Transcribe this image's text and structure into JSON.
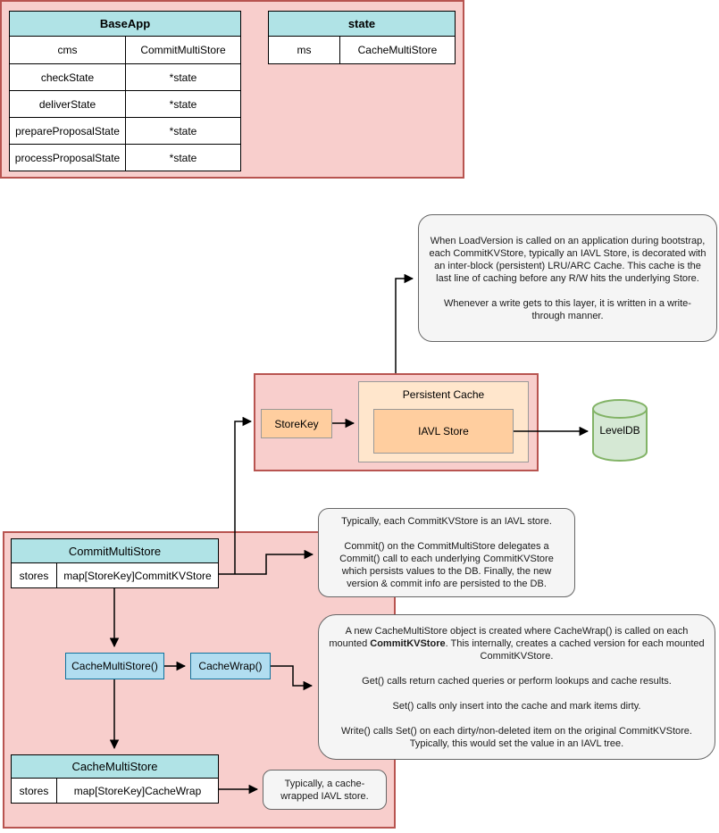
{
  "diagram": {
    "baseapp_panel": {
      "baseapp_table": {
        "title": "BaseApp",
        "rows": [
          {
            "name": "cms",
            "type": "CommitMultiStore"
          },
          {
            "name": "checkState",
            "type": "*state"
          },
          {
            "name": "deliverState",
            "type": "*state"
          },
          {
            "name": "prepareProposalState",
            "type": "*state"
          },
          {
            "name": "processProposalState",
            "type": "*state"
          }
        ]
      },
      "state_table": {
        "title": "state",
        "rows": [
          {
            "name": "ms",
            "type": "CacheMultiStore"
          }
        ]
      }
    },
    "persistent_cache_panel": {
      "store_key_label": "StoreKey",
      "persistent_cache_label": "Persistent Cache",
      "iavl_store_label": "IAVL Store",
      "leveldb_label": "LevelDB"
    },
    "multistore_panel": {
      "commit_multistore_table": {
        "title": "CommitMultiStore",
        "rows": [
          {
            "name": "stores",
            "type": "map[StoreKey]CommitKVStore"
          }
        ]
      },
      "cache_multistore_fn_label": "CacheMultiStore()",
      "cache_wrap_fn_label": "CacheWrap()",
      "cache_multistore_table": {
        "title": "CacheMultiStore",
        "rows": [
          {
            "name": "stores",
            "type": "map[StoreKey]CacheWrap"
          }
        ]
      }
    },
    "notes": {
      "load_version": {
        "p1": "When LoadVersion is called on an application during bootstrap, each CommitKVStore, typically an IAVL Store, is decorated with an inter-block (persistent) LRU/ARC Cache. This cache is the last line of caching before any R/W hits the underlying Store.",
        "p2": "Whenever a write gets to this layer, it is written in a write-through manner."
      },
      "commit_note": {
        "p1": "Typically, each CommitKVStore is an IAVL store.",
        "p2": "Commit() on the CommitMultiStore delegates a Commit() call to each underlying CommitKVStore which persists values to the DB. Finally, the new version & commit info are persisted to the DB."
      },
      "cachewrap_note": {
        "p1_a": "A new CacheMultiStore object is created where CacheWrap() is called on each mounted ",
        "p1_bold": "CommitKVStore",
        "p1_b": ". This internally, creates a cached version for each mounted CommitKVStore.",
        "p2": "Get() calls return cached queries or perform lookups and cache results.",
        "p3": "Set() calls only insert into the cache and mark items dirty.",
        "p4": "Write() calls Set() on each dirty/non-deleted item on the original CommitKVStore. Typically, this would set the value in an IAVL tree."
      },
      "cache_wrapped_note": {
        "p1": "Typically, a cache-wrapped IAVL store."
      }
    },
    "colors": {
      "container_fill": "#F8CECC",
      "container_stroke": "#B85450",
      "table_header_fill": "#B0E3E6",
      "orange_fill": "#FFCE9F",
      "cream_fill": "#FFE6CC",
      "neutral_stroke": "#999999",
      "blue_fill": "#B1DDF0",
      "blue_stroke": "#10739E",
      "green_fill": "#D5E8D4",
      "green_stroke": "#82B366",
      "note_fill": "#F5F5F5",
      "note_stroke": "#666666"
    }
  }
}
